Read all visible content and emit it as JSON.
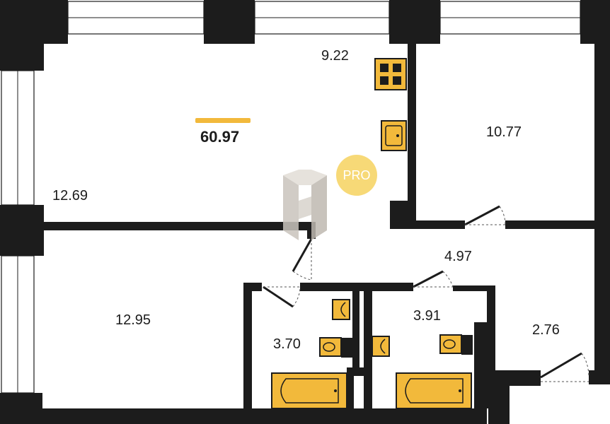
{
  "total_area": "60.97",
  "rooms": [
    {
      "id": "kitchen",
      "area": "9.22"
    },
    {
      "id": "bedroom-right",
      "area": "10.77"
    },
    {
      "id": "living",
      "area": "12.69"
    },
    {
      "id": "bedroom-left",
      "area": "12.95"
    },
    {
      "id": "hallway",
      "area": "4.97"
    },
    {
      "id": "bathroom-1",
      "area": "3.70"
    },
    {
      "id": "bathroom-2",
      "area": "3.91"
    },
    {
      "id": "storage",
      "area": "2.76"
    }
  ],
  "badge": "PRO",
  "logo_letter": "H",
  "colors": {
    "accent": "#f2b93b",
    "badge": "#f7d977",
    "wall": "#1c1c1c",
    "logo": "#c9c4bd"
  }
}
